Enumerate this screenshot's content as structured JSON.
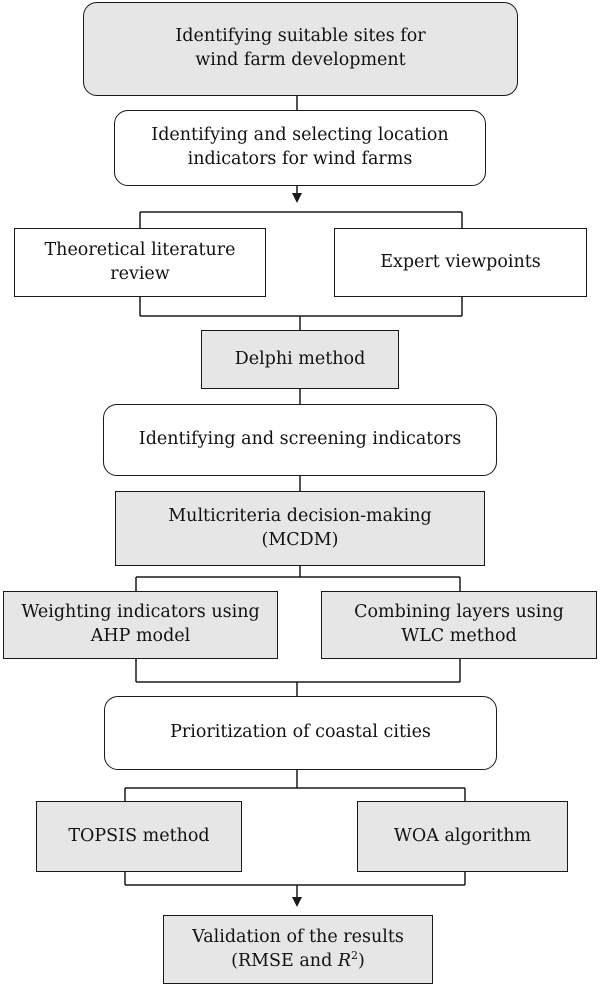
{
  "nodes": {
    "n1": {
      "lines": [
        "Identifying suitable sites for",
        "wind farm development"
      ]
    },
    "n2": {
      "lines": [
        "Identifying and selecting location",
        "indicators for wind farms"
      ]
    },
    "n3": {
      "lines": [
        "Theoretical literature",
        "review"
      ]
    },
    "n4": {
      "lines": [
        "Expert viewpoints"
      ]
    },
    "n5": {
      "lines": [
        "Delphi method"
      ]
    },
    "n6": {
      "lines": [
        "Identifying and screening indicators"
      ]
    },
    "n7": {
      "lines": [
        "Multicriteria decision-making",
        "(MCDM)"
      ]
    },
    "n8": {
      "lines": [
        "Weighting indicators using",
        "AHP model"
      ]
    },
    "n9": {
      "lines": [
        "Combining layers using",
        "WLC method"
      ]
    },
    "n10": {
      "lines": [
        "Prioritization of coastal cities"
      ]
    },
    "n11": {
      "lines": [
        "TOPSIS method"
      ]
    },
    "n12": {
      "lines": [
        "WOA algorithm"
      ]
    },
    "n13": {
      "line1": "Validation of the results",
      "line2_prefix": "(RMSE and ",
      "line2_var": "R",
      "line2_sup": "2",
      "line2_suffix": ")"
    }
  },
  "colors": {
    "gray_fill": "#e6e6e6",
    "white_fill": "#ffffff",
    "stroke": "#1a1a1a"
  }
}
